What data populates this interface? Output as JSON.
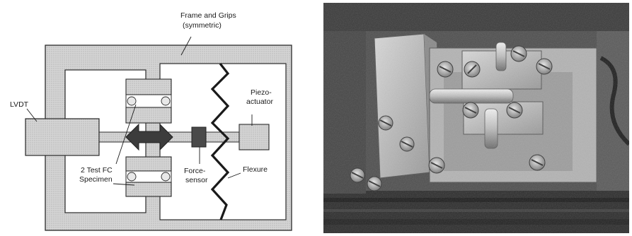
{
  "diagram": {
    "labels": {
      "frame_line1": "Frame and Grips",
      "frame_line2": "(symmetric)",
      "lvdt": "LVDT",
      "piezo_line1": "Piezo-",
      "piezo_line2": "actuator",
      "specimen_line1": "2 Test FC",
      "specimen_line2": "Specimen",
      "force_line1": "Force-",
      "force_line2": "sensor",
      "flexure": "Flexure"
    },
    "colors": {
      "frame_fill": "#d2d2d2",
      "component_fill": "#c8c8c8",
      "specimen_fill": "#bcbcbc",
      "arrow_fill": "#3c3c3c",
      "sensor_fill": "#4a4a4a",
      "outline": "#2a2a2a"
    }
  },
  "photo": {
    "description_icon": "apparatus-photo",
    "tone": "grayscale"
  }
}
